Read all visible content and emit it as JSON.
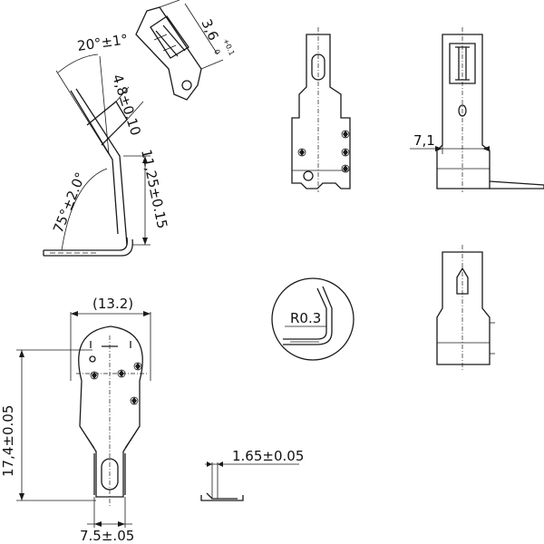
{
  "dimensions": {
    "angle_top": "20°±1°",
    "tab_dim": "3,6",
    "tab_tol_upper": "+0.1",
    "tab_tol_lower": "0",
    "width_small": "4,8±0.10",
    "height_side": "11,25±0.15",
    "angle_side": "75°±2.0°",
    "side_width": "7,1",
    "radius": "R0.3",
    "width_ref": "(13.2)",
    "height_main": "17,4±0.05",
    "tab_width": "7.5±.05",
    "thickness": "1.65±0.05"
  }
}
